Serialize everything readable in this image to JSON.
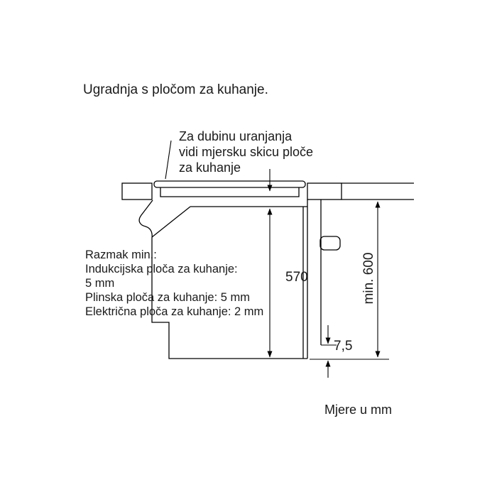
{
  "title": "Ugradnja s pločom za kuhanje.",
  "annotation": {
    "text": "Za dubinu uranjanja\nvidi mjersku skicu ploče\nza kuhanje"
  },
  "clearances": {
    "text": "Razmak min.:\nIndukcijska ploča za kuhanje:\n5 mm\nPlinska ploča za kuhanje: 5 mm\nElektrična ploča za kuhanje: 2 mm"
  },
  "dimensions": {
    "niche_height": "570",
    "min_height": "min. 600",
    "door_bottom_gap": "7,5"
  },
  "footer": {
    "units_note": "Mjere u mm"
  },
  "colors": {
    "line": "#000000",
    "text": "#1a1a1a",
    "background": "#ffffff"
  }
}
